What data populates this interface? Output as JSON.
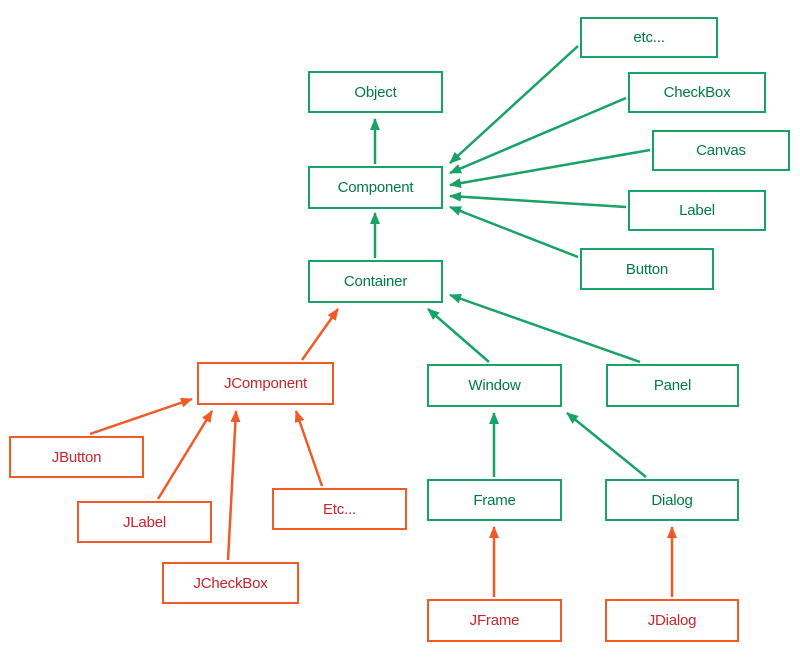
{
  "colors": {
    "green": "#17a266",
    "green-text": "#007b42",
    "orange": "#f15a24",
    "orange-text": "#c9252c"
  },
  "nodes": {
    "object": {
      "label": "Object"
    },
    "component": {
      "label": "Component"
    },
    "container": {
      "label": "Container"
    },
    "etc_awt": {
      "label": "etc..."
    },
    "checkbox": {
      "label": "CheckBox"
    },
    "canvas": {
      "label": "Canvas"
    },
    "label": {
      "label": "Label"
    },
    "button": {
      "label": "Button"
    },
    "window": {
      "label": "Window"
    },
    "panel": {
      "label": "Panel"
    },
    "frame": {
      "label": "Frame"
    },
    "dialog": {
      "label": "Dialog"
    },
    "jcomponent": {
      "label": "JComponent"
    },
    "jbutton": {
      "label": "JButton"
    },
    "jlabel": {
      "label": "JLabel"
    },
    "jcheckbox": {
      "label": "JCheckBox"
    },
    "etc_swing": {
      "label": "Etc..."
    },
    "jframe": {
      "label": "JFrame"
    },
    "jdialog": {
      "label": "JDialog"
    }
  },
  "edges": [
    {
      "from": "Component",
      "to": "Object"
    },
    {
      "from": "Container",
      "to": "Component"
    },
    {
      "from": "etc...",
      "to": "Component"
    },
    {
      "from": "CheckBox",
      "to": "Component"
    },
    {
      "from": "Canvas",
      "to": "Component"
    },
    {
      "from": "Label",
      "to": "Component"
    },
    {
      "from": "Button",
      "to": "Component"
    },
    {
      "from": "Window",
      "to": "Container"
    },
    {
      "from": "Panel",
      "to": "Container"
    },
    {
      "from": "JComponent",
      "to": "Container"
    },
    {
      "from": "Frame",
      "to": "Window"
    },
    {
      "from": "Dialog",
      "to": "Window"
    },
    {
      "from": "JButton",
      "to": "JComponent"
    },
    {
      "from": "JLabel",
      "to": "JComponent"
    },
    {
      "from": "JCheckBox",
      "to": "JComponent"
    },
    {
      "from": "Etc...",
      "to": "JComponent"
    },
    {
      "from": "JFrame",
      "to": "Frame"
    },
    {
      "from": "JDialog",
      "to": "Dialog"
    }
  ]
}
